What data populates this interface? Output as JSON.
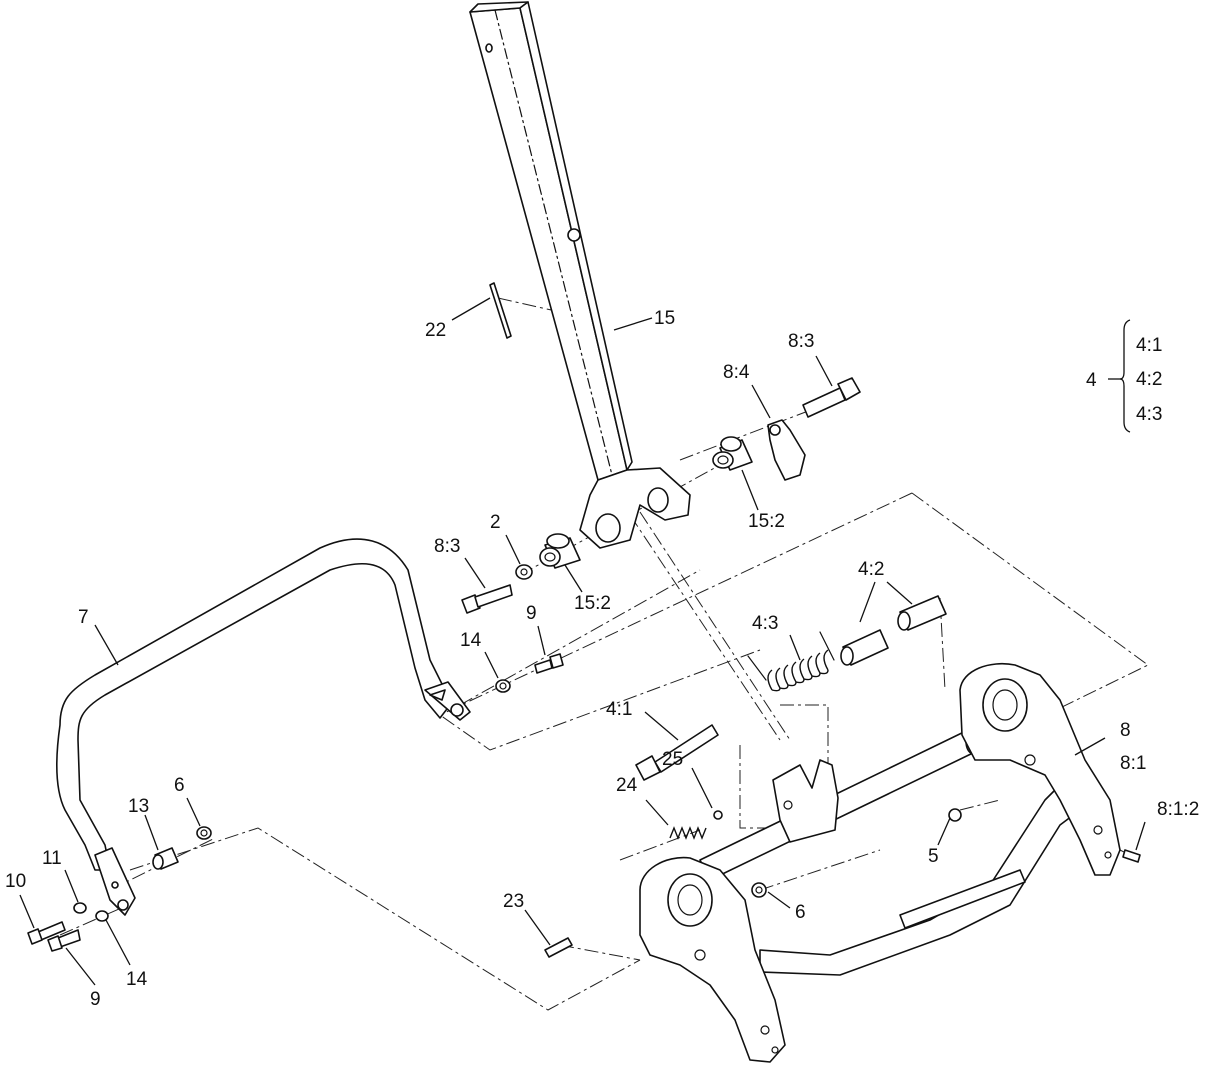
{
  "callouts": {
    "c22": "22",
    "c15": "15",
    "c8_3_top": "8:3",
    "c8_4": "8:4",
    "c15_2_right": "15:2",
    "c2": "2",
    "c8_3_left": "8:3",
    "c15_2_left": "15:2",
    "c7": "7",
    "c14_top": "14",
    "c9_top": "9",
    "c4_2": "4:2",
    "c4_3": "4:3",
    "c4_1": "4:1",
    "c8": "8",
    "c8_1": "8:1",
    "c8_1_2": "8:1:2",
    "c25": "25",
    "c24": "24",
    "c5": "5",
    "c6_bottom": "6",
    "c23": "23",
    "c13": "13",
    "c6_left": "6",
    "c11": "11",
    "c10": "10",
    "c9_bottom": "9",
    "c14_bottom": "14"
  },
  "legend": {
    "parent": "4",
    "children": [
      "4:1",
      "4:2",
      "4:3"
    ]
  }
}
